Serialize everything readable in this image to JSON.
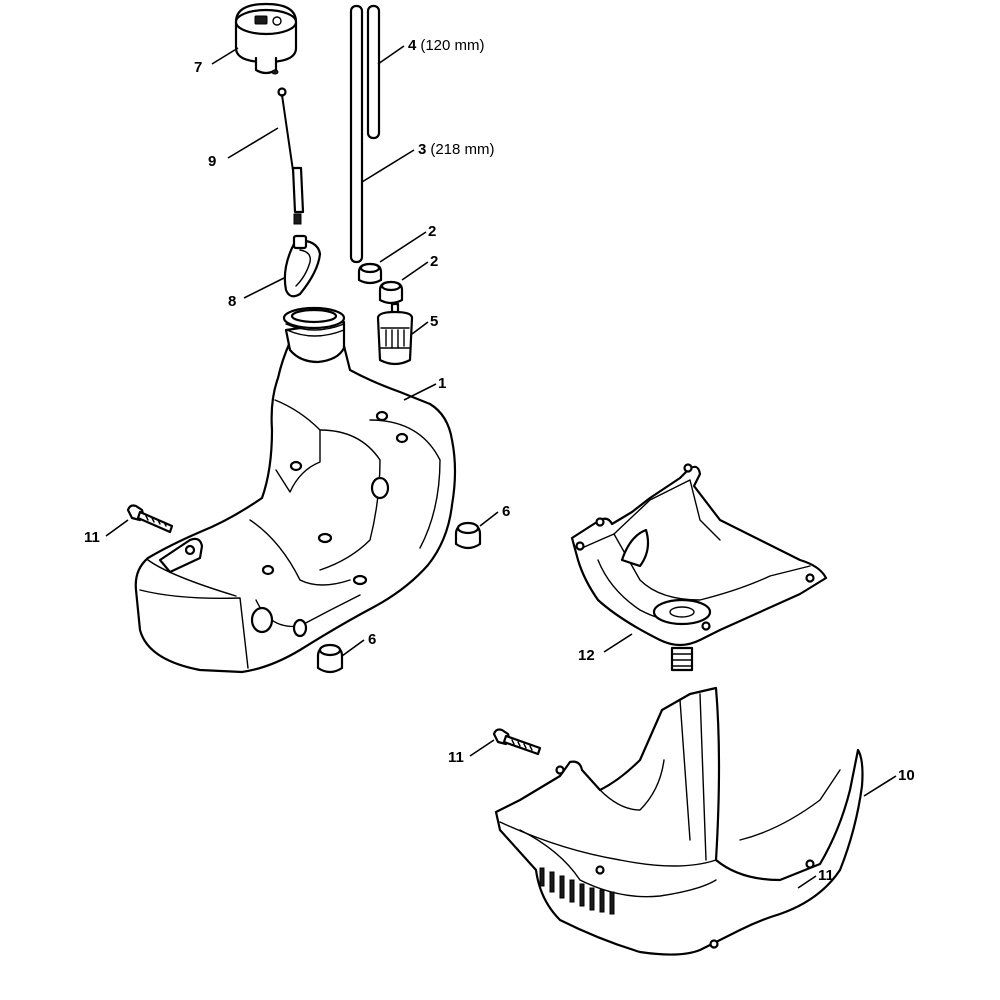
{
  "callouts": [
    {
      "id": "c1",
      "number": "1",
      "note": ""
    },
    {
      "id": "c2a",
      "number": "2",
      "note": ""
    },
    {
      "id": "c2b",
      "number": "2",
      "note": ""
    },
    {
      "id": "c3",
      "number": "3",
      "note": "(218 mm)"
    },
    {
      "id": "c4",
      "number": "4",
      "note": "(120 mm)"
    },
    {
      "id": "c5",
      "number": "5",
      "note": ""
    },
    {
      "id": "c6a",
      "number": "6",
      "note": ""
    },
    {
      "id": "c6b",
      "number": "6",
      "note": ""
    },
    {
      "id": "c7",
      "number": "7",
      "note": ""
    },
    {
      "id": "c8",
      "number": "8",
      "note": ""
    },
    {
      "id": "c9",
      "number": "9",
      "note": ""
    },
    {
      "id": "c10",
      "number": "10",
      "note": ""
    },
    {
      "id": "c11a",
      "number": "11",
      "note": ""
    },
    {
      "id": "c11b",
      "number": "11",
      "note": ""
    },
    {
      "id": "c11c",
      "number": "11",
      "note": ""
    },
    {
      "id": "c12",
      "number": "12",
      "note": ""
    }
  ]
}
